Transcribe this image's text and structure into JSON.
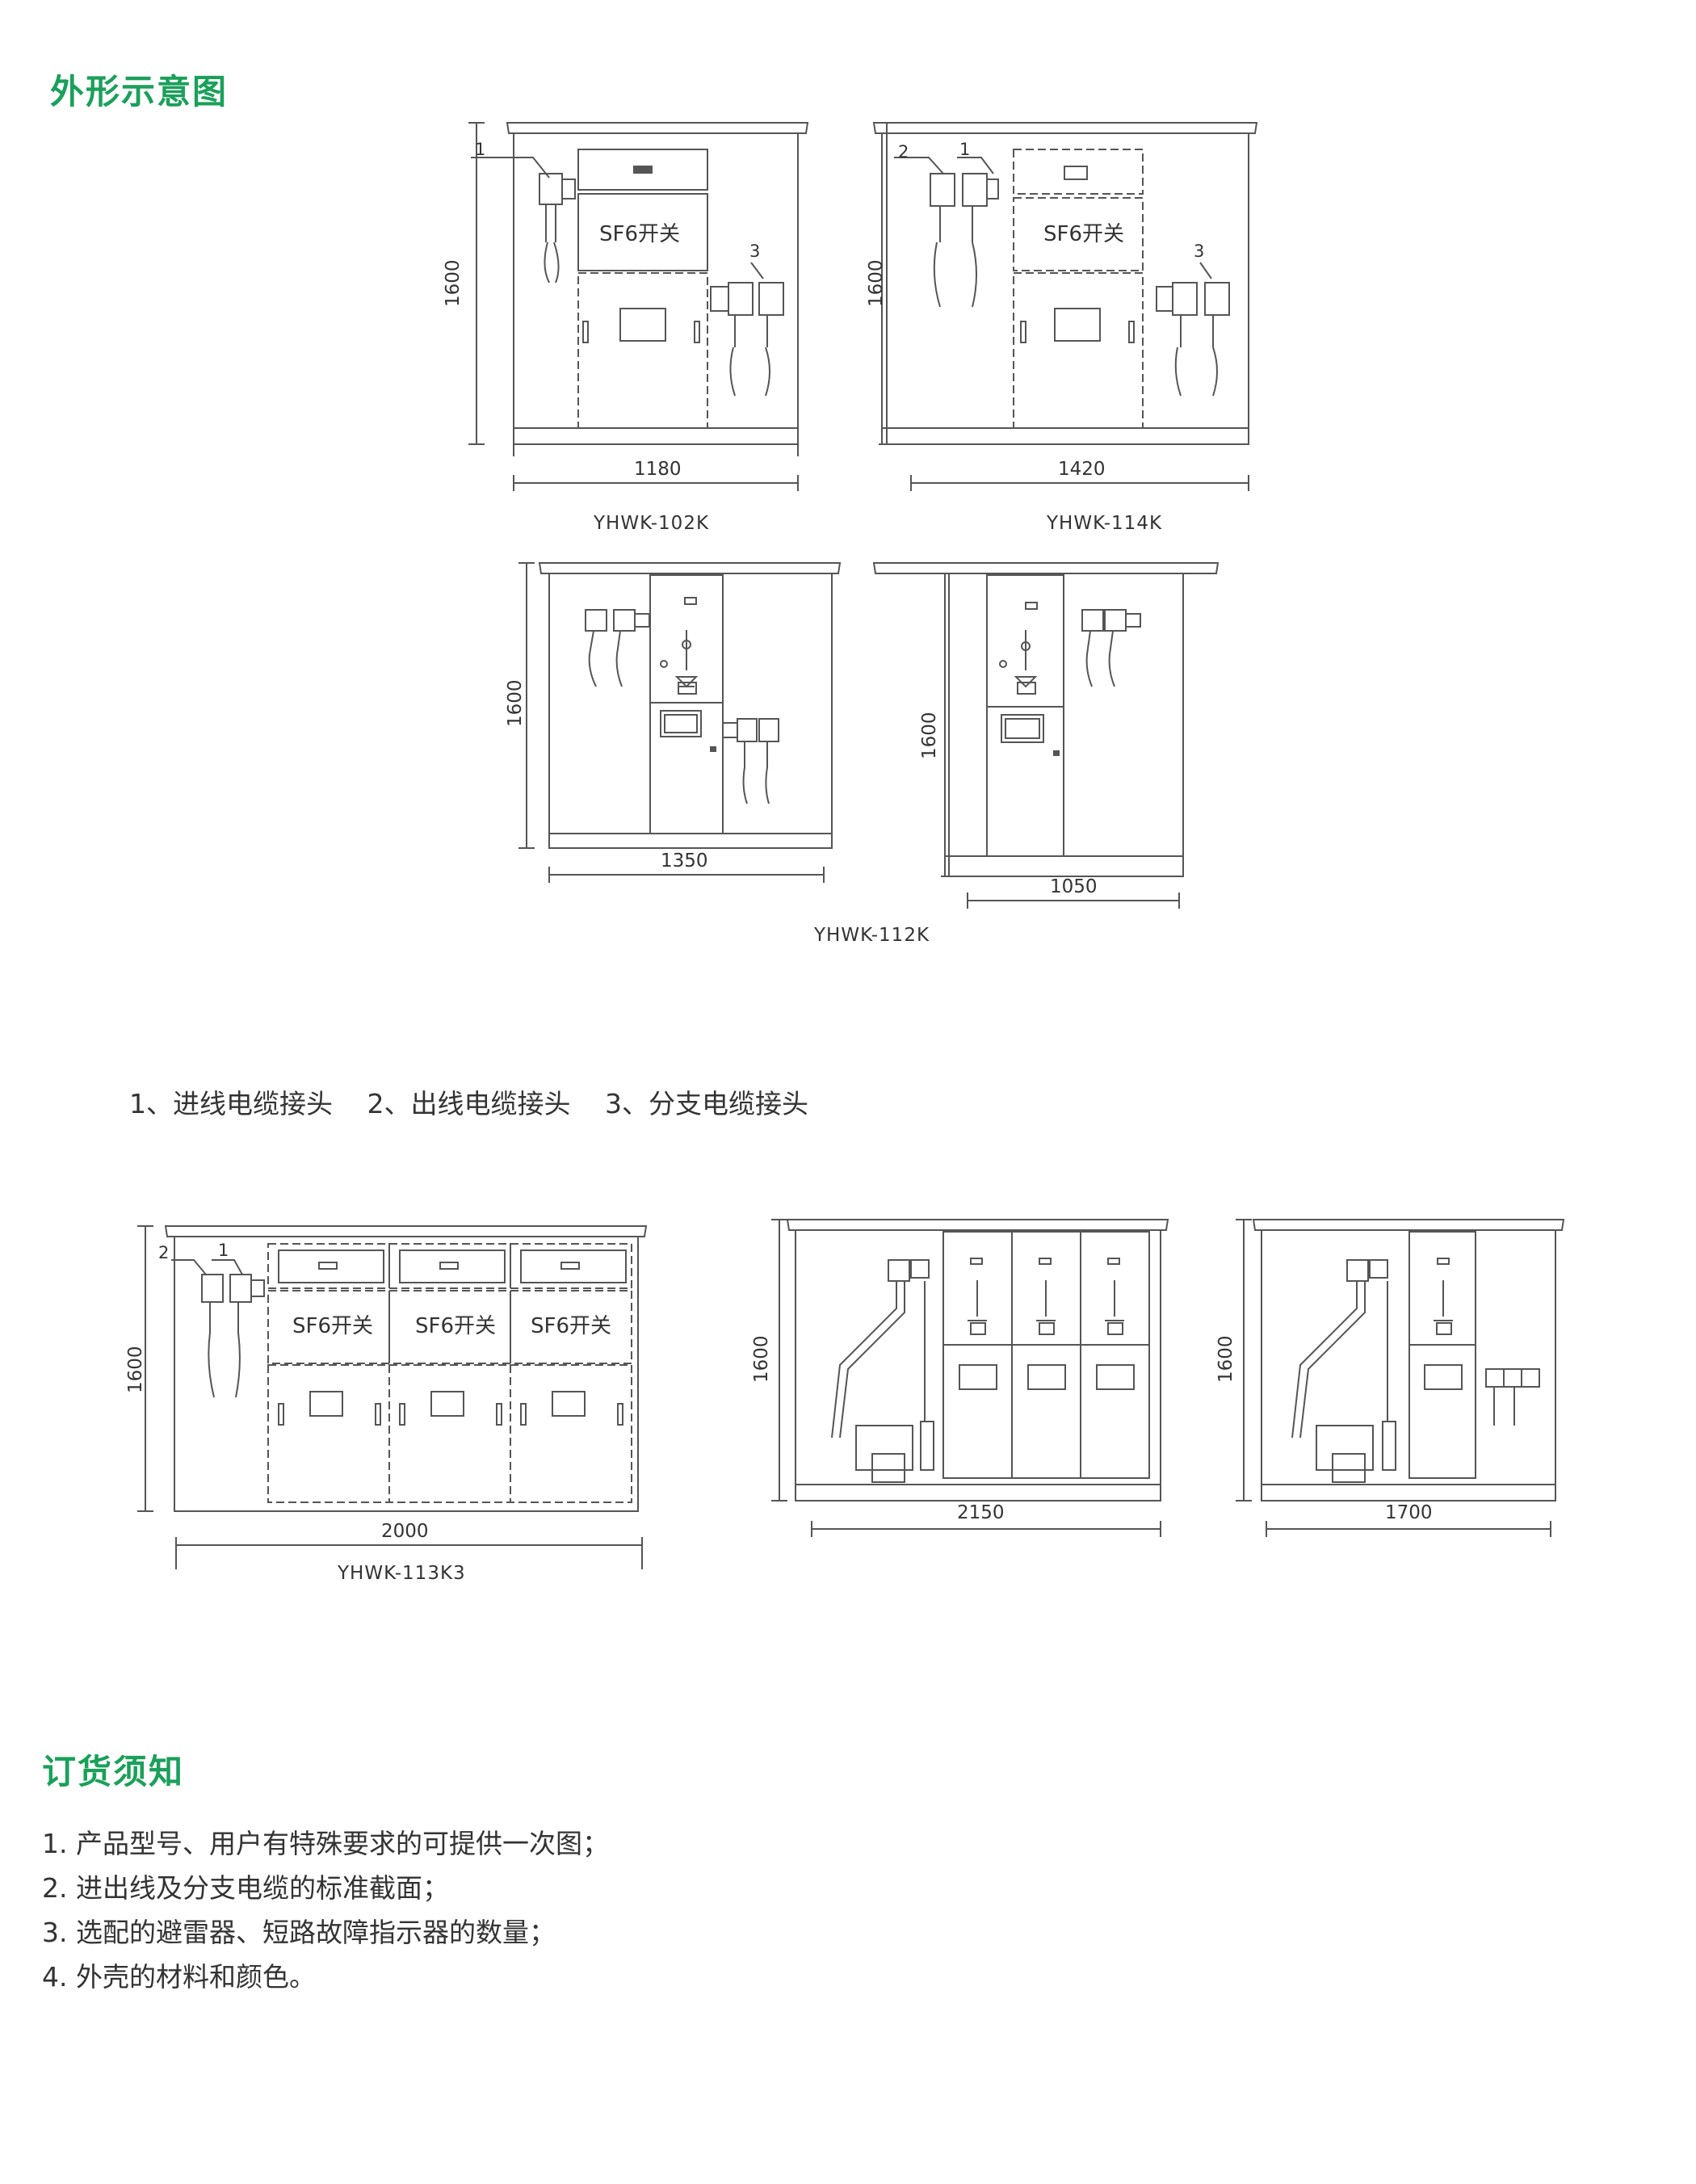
{
  "titles": {
    "outline": "外形示意图",
    "order": "订货须知"
  },
  "labels": {
    "sf6": "SF6开关",
    "height": "1600",
    "callout1": "1",
    "callout2": "2",
    "callout3": "3"
  },
  "models": {
    "m102": {
      "name": "YHWK-102K",
      "width": "1180"
    },
    "m114": {
      "name": "YHWK-114K",
      "width": "1420"
    },
    "m112a": {
      "width": "1350"
    },
    "m112b": {
      "width": "1050"
    },
    "m112": {
      "name": "YHWK-112K"
    },
    "m113": {
      "name": "YHWK-113K3",
      "width": "2000"
    },
    "mA": {
      "width": "2150"
    },
    "mB": {
      "width": "1700"
    }
  },
  "legend": [
    "1、进线电缆接头",
    "2、出线电缆接头",
    "3、分支电缆接头"
  ],
  "notes": [
    "1. 产品型号、用户有特殊要求的可提供一次图；",
    "2. 进出线及分支电缆的标准截面；",
    "3. 选配的避雷器、短路故障指示器的数量；",
    "4. 外壳的材料和颜色。"
  ]
}
